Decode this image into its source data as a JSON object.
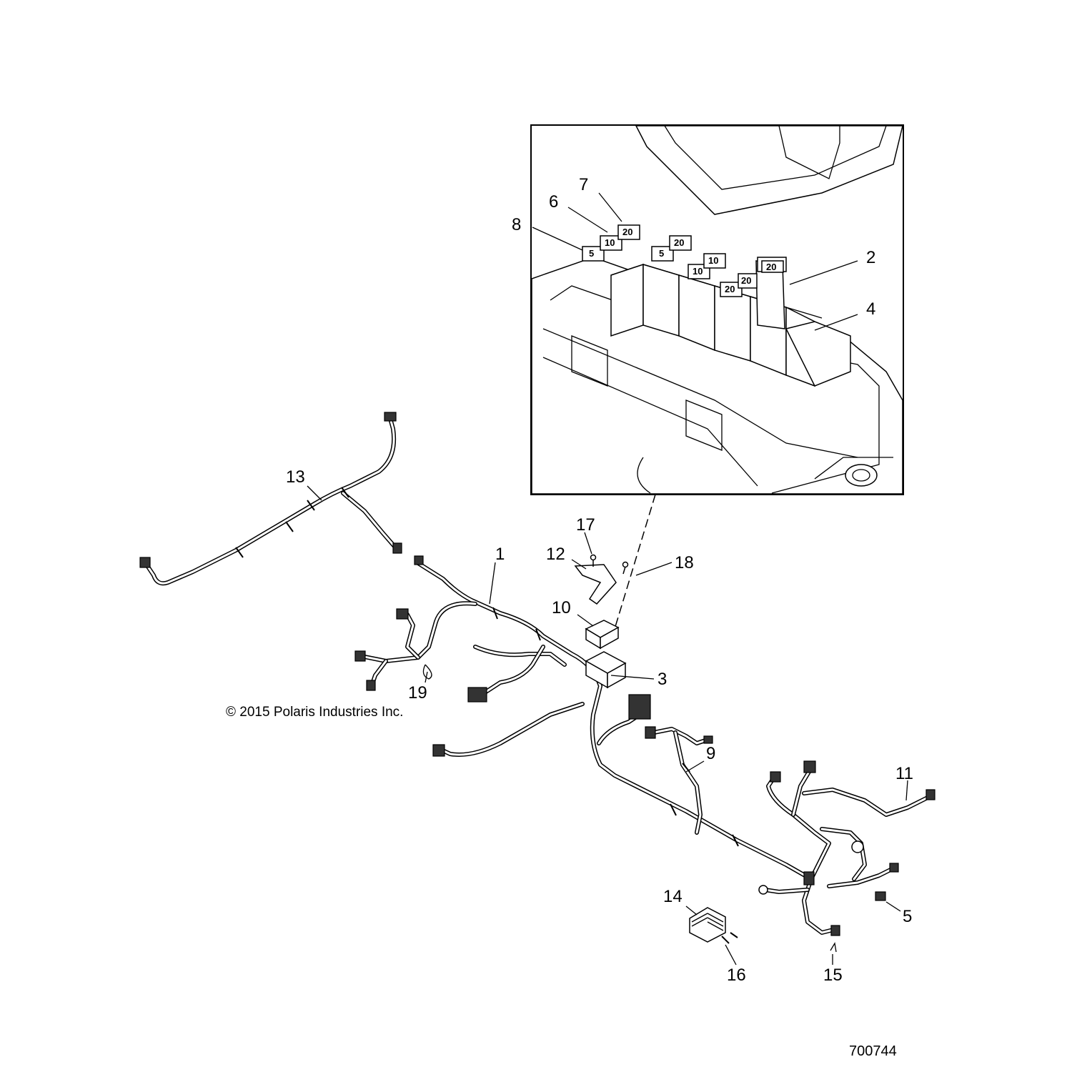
{
  "diagram": {
    "callouts": [
      {
        "id": "1",
        "label": "1"
      },
      {
        "id": "2",
        "label": "2"
      },
      {
        "id": "3",
        "label": "3"
      },
      {
        "id": "4",
        "label": "4"
      },
      {
        "id": "5",
        "label": "5"
      },
      {
        "id": "6",
        "label": "6"
      },
      {
        "id": "7",
        "label": "7"
      },
      {
        "id": "8",
        "label": "8"
      },
      {
        "id": "9",
        "label": "9"
      },
      {
        "id": "10",
        "label": "10"
      },
      {
        "id": "11",
        "label": "11"
      },
      {
        "id": "12",
        "label": "12"
      },
      {
        "id": "13",
        "label": "13"
      },
      {
        "id": "14",
        "label": "14"
      },
      {
        "id": "15",
        "label": "15"
      },
      {
        "id": "16",
        "label": "16"
      },
      {
        "id": "17",
        "label": "17"
      },
      {
        "id": "18",
        "label": "18"
      },
      {
        "id": "19",
        "label": "19"
      }
    ],
    "fuse_labels": [
      "5",
      "10",
      "20",
      "5",
      "20",
      "10",
      "10",
      "20",
      "20",
      "20"
    ],
    "copyright": "© 2015 Polaris Industries Inc.",
    "figure_number": "700744"
  }
}
